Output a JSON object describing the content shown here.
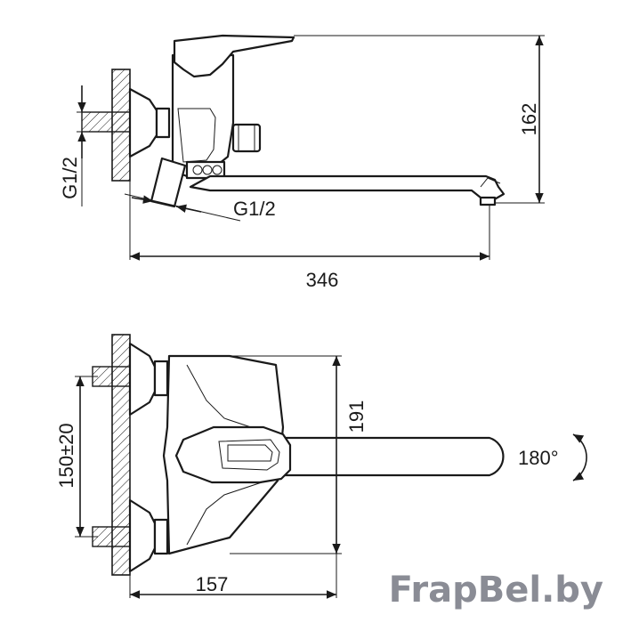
{
  "dimensions": {
    "top_height": "162",
    "top_length": "346",
    "inlet_thread_vertical": "G1/2",
    "inlet_thread_angled": "G1/2",
    "bottom_center_distance": "150±20",
    "bottom_height": "191",
    "bottom_depth": "157",
    "rotation": "180°"
  },
  "watermark": "FrapBel.by"
}
